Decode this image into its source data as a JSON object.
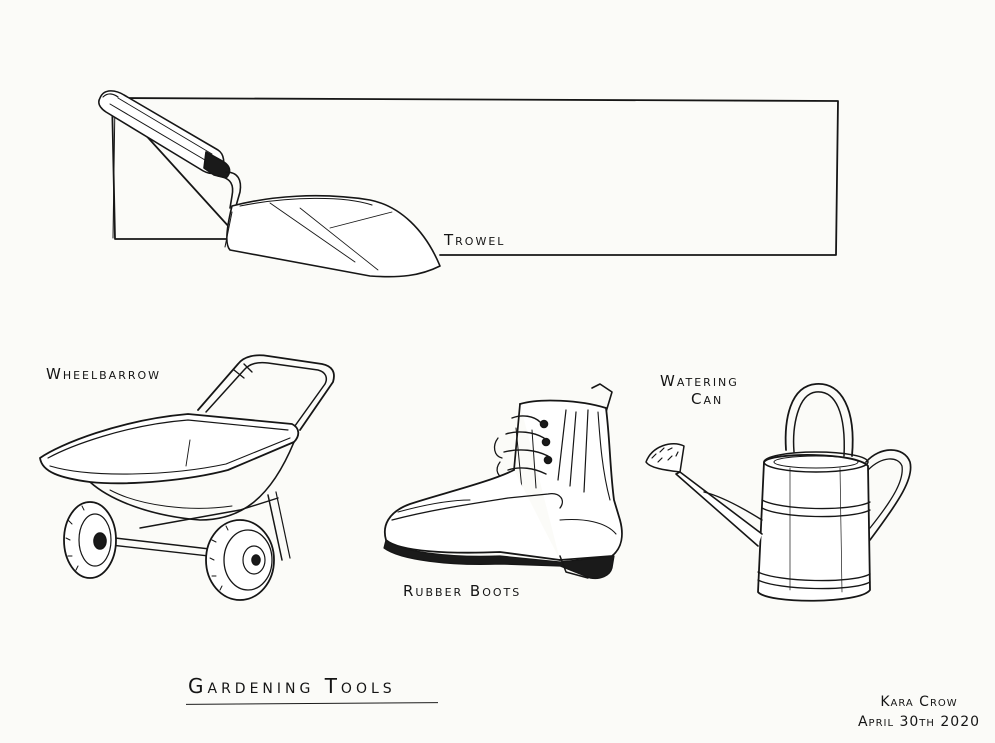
{
  "labels": {
    "trowel": "Trowel",
    "wheelbarrow": "Wheelbarrow",
    "boots": "Rubber Boots",
    "watering_can_line1": "Watering",
    "watering_can_line2": "Can"
  },
  "title": "Gardening Tools",
  "signature": {
    "name": "Kara Crow",
    "date": "April 30th 2020"
  },
  "colors": {
    "paper": "#fbfbf8",
    "ink": "#161616"
  }
}
